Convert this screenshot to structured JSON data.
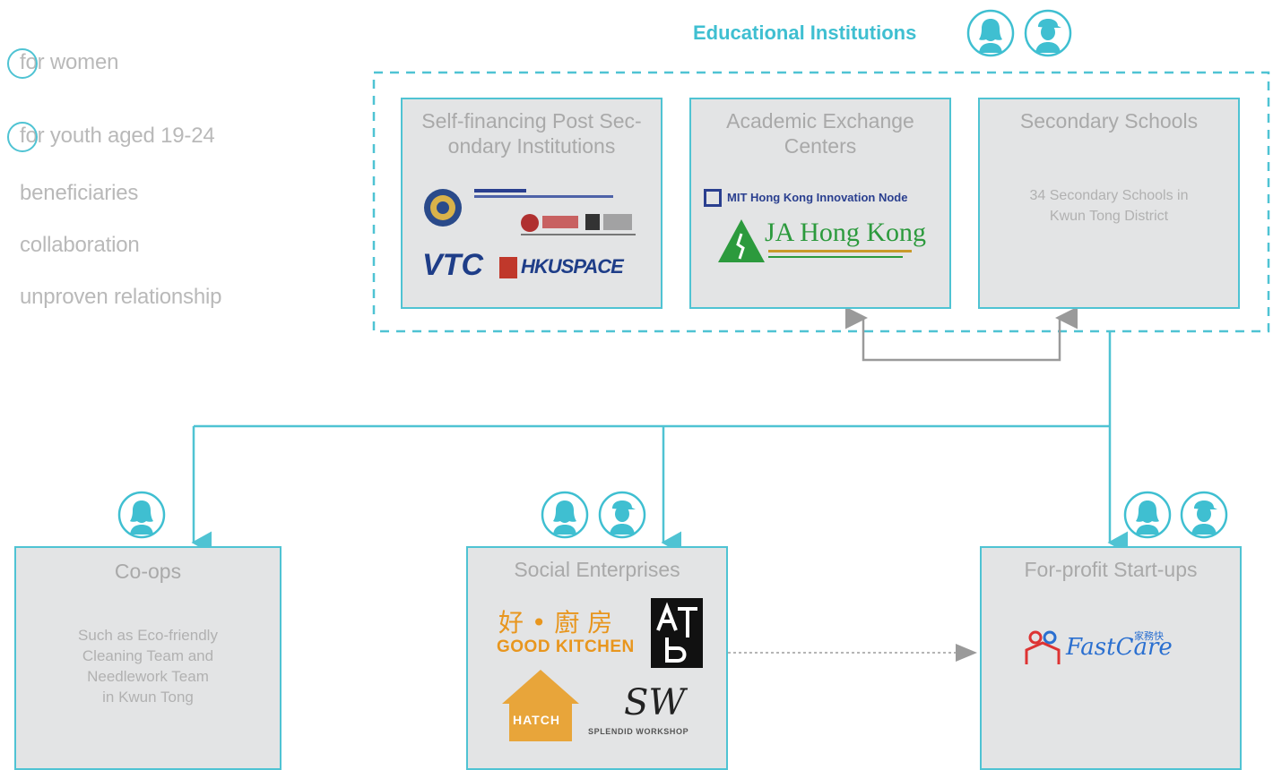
{
  "legend": {
    "items": [
      {
        "label": "for women"
      },
      {
        "label": "for youth aged 19-24"
      },
      {
        "label": "beneficiaries"
      },
      {
        "label": "collaboration"
      },
      {
        "label": "unproven relationship"
      }
    ]
  },
  "educational": {
    "title": "Educational Institutions",
    "boxes": [
      {
        "title": "Self-financing Post Sec-ondary Institutions",
        "title_line1": "Self-financing Post Sec-",
        "title_line2": "ondary Institutions"
      },
      {
        "title": "Academic Exchange Centers",
        "title_line1": "Academic Exchange",
        "title_line2": "Centers"
      },
      {
        "title": "Secondary Schools",
        "desc_line1": "34 Secondary Schools in",
        "desc_line2": "Kwun Tong District"
      }
    ],
    "logos": {
      "vtc": "VTC",
      "hkuspace": "HKUSPACE",
      "mit": "MIT Hong Kong Innovation Node",
      "ja": "JA Hong Kong"
    }
  },
  "bottom": {
    "coops": {
      "title": "Co-ops",
      "desc": [
        "Such as Eco-friendly",
        "Cleaning Team and",
        "Needlework Team",
        "in Kwun Tong"
      ]
    },
    "social": {
      "title": "Social Enterprises",
      "logos": {
        "good_kitchen_cn": "好 • 廚 房",
        "good_kitchen_en": "GOOD KITCHEN",
        "hatch": "HATCH",
        "sw": "SW",
        "splendid": "SPLENDID WORKSHOP"
      }
    },
    "forprofit": {
      "title": "For-profit Start-ups",
      "logos": {
        "fastcare": "FastCare",
        "fastcare_cn": "家務快"
      }
    }
  },
  "colors": {
    "accent": "#4fc3d3",
    "box_fill": "#e3e4e5",
    "arrow_gray": "#9a9a9a"
  }
}
